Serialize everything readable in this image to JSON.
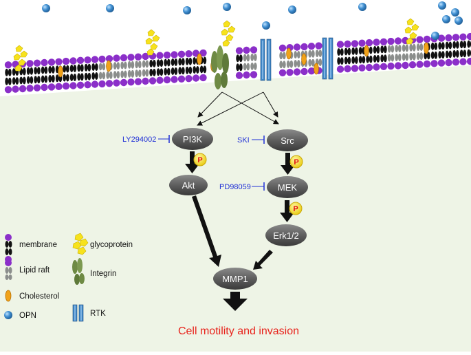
{
  "colors": {
    "cytoplasm": "#eef4e6",
    "headgroup": "#8b2fc9",
    "tail": "#111111",
    "raft_tail": "#8b8e8c",
    "cholesterol": "#f0a21a",
    "opn": "#2d78bd",
    "glycoprotein": "#f7e21c",
    "integrin": "#6e8a44",
    "rtk": "#3f86c6",
    "node": "#5e5e5e",
    "inhibitor": "#1f2fd6",
    "outcome": "#e8231c",
    "phospho": "#f2e31c"
  },
  "nodes": {
    "pi3k": "PI3K",
    "akt": "Akt",
    "src": "Src",
    "mek": "MEK",
    "erk": "Erk1/2",
    "mmp1": "MMP1"
  },
  "inhibitors": {
    "ly294002": "LY294002",
    "ski": "SKI",
    "pd98059": "PD98059"
  },
  "phospho_label": "P",
  "outcome": "Cell motility and invasion",
  "legend": {
    "membrane": "membrane",
    "lipid_raft": "Lipid raft",
    "cholesterol": "Cholesterol",
    "opn": "OPN",
    "glycoprotein": "glycoprotein",
    "integrin": "Integrin",
    "rtk": "RTK"
  },
  "icons": {
    "opn": "opn-icon",
    "glycoprotein": "glycoprotein-icon",
    "integrin": "integrin-icon",
    "rtk": "rtk-icon",
    "cholesterol": "cholesterol-icon",
    "phospho": "phosphorylation-icon"
  }
}
